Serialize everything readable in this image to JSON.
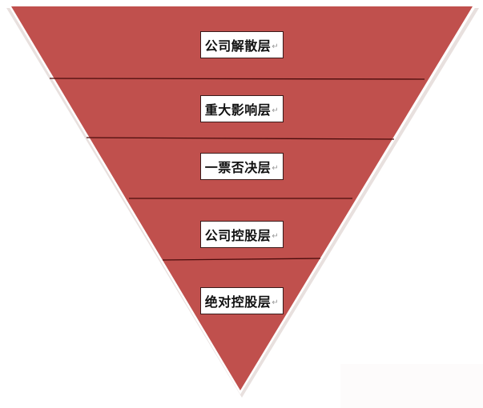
{
  "diagram": {
    "shape": "inverted-triangle",
    "fill_color": "#C0504D",
    "line_color": "#5a1010",
    "layers": [
      {
        "label": "公司解散层",
        "mark": "↵"
      },
      {
        "label": "重大影响层",
        "mark": "↵"
      },
      {
        "label": "一票否决层",
        "mark": "↵"
      },
      {
        "label": "公司控股层",
        "mark": "↵"
      },
      {
        "label": "绝对控股层",
        "mark": "↵"
      }
    ]
  }
}
